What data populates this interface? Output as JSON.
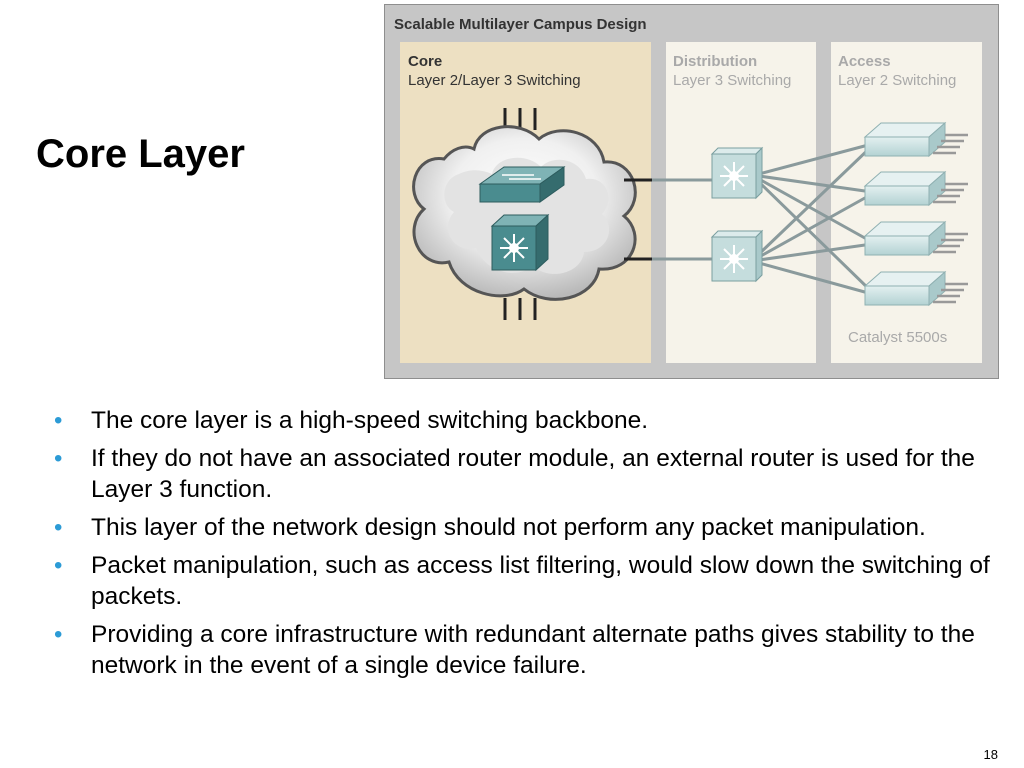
{
  "slide": {
    "title": "Core Layer",
    "page_number": "18"
  },
  "diagram": {
    "title": "Scalable Multilayer Campus Design",
    "core": {
      "name": "Core",
      "subtitle": "Layer 2/Layer 3 Switching"
    },
    "distribution": {
      "name": "Distribution",
      "subtitle": "Layer 3 Switching"
    },
    "access": {
      "name": "Access",
      "subtitle": "Layer 2 Switching",
      "footer": "Catalyst 5500s"
    },
    "colors": {
      "frame": "#c6c6c6",
      "core_panel": "#ede0c2",
      "side_panel": "#f6f3ea",
      "device": "#4a8c8f",
      "access_device": "#c7e0e0",
      "link": "#8a9a9c"
    },
    "icons": [
      "cloud-icon",
      "layer2-switch-icon",
      "layer3-switch-icon",
      "router-switch-icon",
      "access-switch-icon"
    ]
  },
  "bullets": [
    "The core layer is a high-speed switching backbone.",
    "If they do not have an associated router module, an external router is used for the Layer 3 function.",
    "This layer of the network design should not perform any packet manipulation.",
    "Packet manipulation, such as access list filtering, would slow down the switching of packets.",
    "Providing a core infrastructure with redundant alternate paths gives stability to the network in the event of a single device failure."
  ],
  "bullet_color": "#2c9bd6"
}
